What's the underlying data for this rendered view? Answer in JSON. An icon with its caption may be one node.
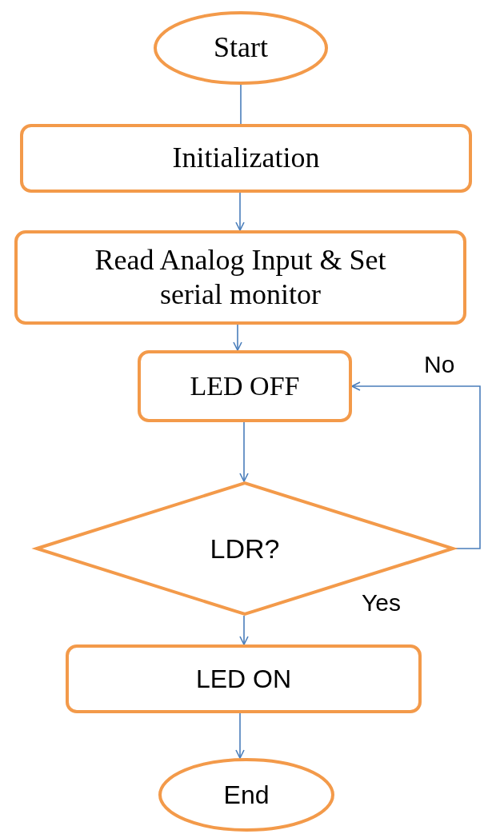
{
  "diagram": {
    "nodes": [
      {
        "text": [
          "Start"
        ]
      },
      {
        "text": [
          "Initialization"
        ]
      },
      {
        "text": [
          "Read Analog Input & Set serial monitor"
        ]
      },
      {
        "text": [
          "LED OFF"
        ]
      },
      {
        "text": [
          "LDR?"
        ]
      },
      {
        "text": [
          "LED ON"
        ]
      },
      {
        "text": [
          "End"
        ]
      }
    ],
    "edges": [
      {
        "from": 0,
        "to": 1,
        "arrow": "none"
      },
      {
        "from": 1,
        "to": 2,
        "arrow": "to"
      },
      {
        "from": 2,
        "to": 3,
        "arrow": "to"
      },
      {
        "from": 3,
        "to": 4,
        "arrow": "to"
      },
      {
        "from": 4,
        "to": 5,
        "arrow": "to",
        "label": "Yes"
      },
      {
        "from": 5,
        "to": 6,
        "arrow": "to"
      },
      {
        "from": 4,
        "to": 3,
        "arrow": "to",
        "label": "No"
      }
    ]
  }
}
